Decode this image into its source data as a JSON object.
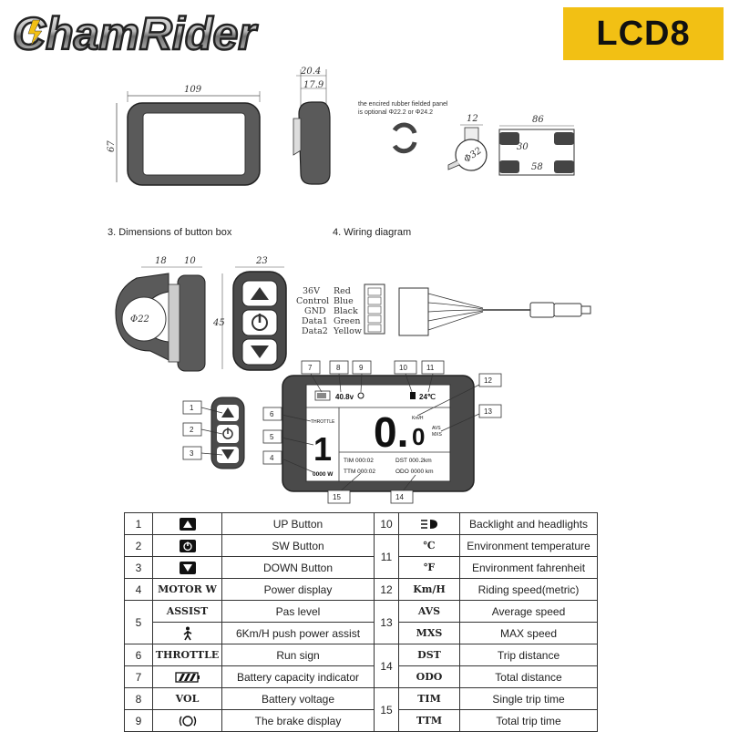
{
  "brand": {
    "name": "ChamRider"
  },
  "model": {
    "label": "LCD8"
  },
  "drawings": {
    "front_width": "109",
    "front_height": "67",
    "side_width_outer": "20.4",
    "side_width_inner": "17.9",
    "rubber_note_line1": "the encired rubber fielded panel",
    "rubber_note_line2": "is optional Φ22.2 or Φ24.2",
    "clamp_width": "12",
    "clamp_diameter": "Φ32",
    "bracket_top": "86",
    "bracket_height": "30",
    "bracket_bottom": "58",
    "section3_title": "3. Dimensions of button box",
    "section4_title": "4. Wiring diagram",
    "box_dim_18": "18",
    "box_dim_10": "10",
    "box_dim_23": "23",
    "box_dim_45": "45",
    "box_diameter": "Φ22"
  },
  "wiring": [
    {
      "name": "36V",
      "color": "Red"
    },
    {
      "name": "Control",
      "color": "Blue"
    },
    {
      "name": "GND",
      "color": "Black"
    },
    {
      "name": "Data1",
      "color": "Green"
    },
    {
      "name": "Data2",
      "color": "Yellow"
    }
  ],
  "display": {
    "voltage": "40.8v",
    "temperature": "24℃",
    "throttle": "THROTTLE",
    "assist_level": "1",
    "speed_main": "0.",
    "speed_decimal": "0",
    "speed_unit": "Km/H",
    "avs": "AVS",
    "mxs": "MXS",
    "power": "0000 W",
    "tim": "TIM 000:02",
    "ttm": "TTM 000:02",
    "dst": "DST 000.2km",
    "odo": "ODO 0000 km"
  },
  "callouts": [
    "1",
    "2",
    "3",
    "4",
    "5",
    "6",
    "7",
    "8",
    "9",
    "10",
    "11",
    "12",
    "13",
    "14",
    "15"
  ],
  "legend": {
    "rows": [
      {
        "n": "1",
        "sym": "",
        "icon": "up-triangle-icon",
        "desc": "UP Button"
      },
      {
        "n": "2",
        "sym": "",
        "icon": "power-icon",
        "desc": "SW Button"
      },
      {
        "n": "3",
        "sym": "",
        "icon": "down-triangle-icon",
        "desc": "DOWN Button"
      },
      {
        "n": "4",
        "sym": "MOTOR W",
        "desc": "Power display"
      },
      {
        "n": "5",
        "sym": "ASSIST",
        "desc": "Pas level"
      },
      {
        "n": "",
        "sym": "",
        "icon": "walking-person-icon",
        "desc": "6Km/H push power assist"
      },
      {
        "n": "6",
        "sym": "THROTTLE",
        "desc": "Run sign"
      },
      {
        "n": "7",
        "sym": "",
        "icon": "battery-icon",
        "desc": "Battery capacity indicator"
      },
      {
        "n": "8",
        "sym": "VOL",
        "desc": "Battery voltage"
      },
      {
        "n": "9",
        "sym": "",
        "icon": "brake-icon",
        "desc": "The brake display"
      }
    ],
    "rows_right": [
      {
        "n": "10",
        "sym": "",
        "icon": "headlight-icon",
        "desc": "Backlight and headlights"
      },
      {
        "n": "11",
        "sym": "℃",
        "desc": "Environment temperature"
      },
      {
        "n": "",
        "sym": "℉",
        "desc": "Environment fahrenheit"
      },
      {
        "n": "12",
        "sym": "Km/H",
        "desc": "Riding speed(metric)"
      },
      {
        "n": "13",
        "sym": "AVS",
        "desc": "Average speed"
      },
      {
        "n": "",
        "sym": "MXS",
        "desc": "MAX speed"
      },
      {
        "n": "14",
        "sym": "DST",
        "desc": "Trip distance"
      },
      {
        "n": "",
        "sym": "ODO",
        "desc": "Total distance"
      },
      {
        "n": "15",
        "sym": "TIM",
        "desc": "Single trip time"
      },
      {
        "n": "",
        "sym": "TTM",
        "desc": "Total trip time"
      }
    ]
  },
  "colors": {
    "badge": "#f2c014",
    "bezel": "#4a4a4a",
    "screen": "#ffffff"
  }
}
